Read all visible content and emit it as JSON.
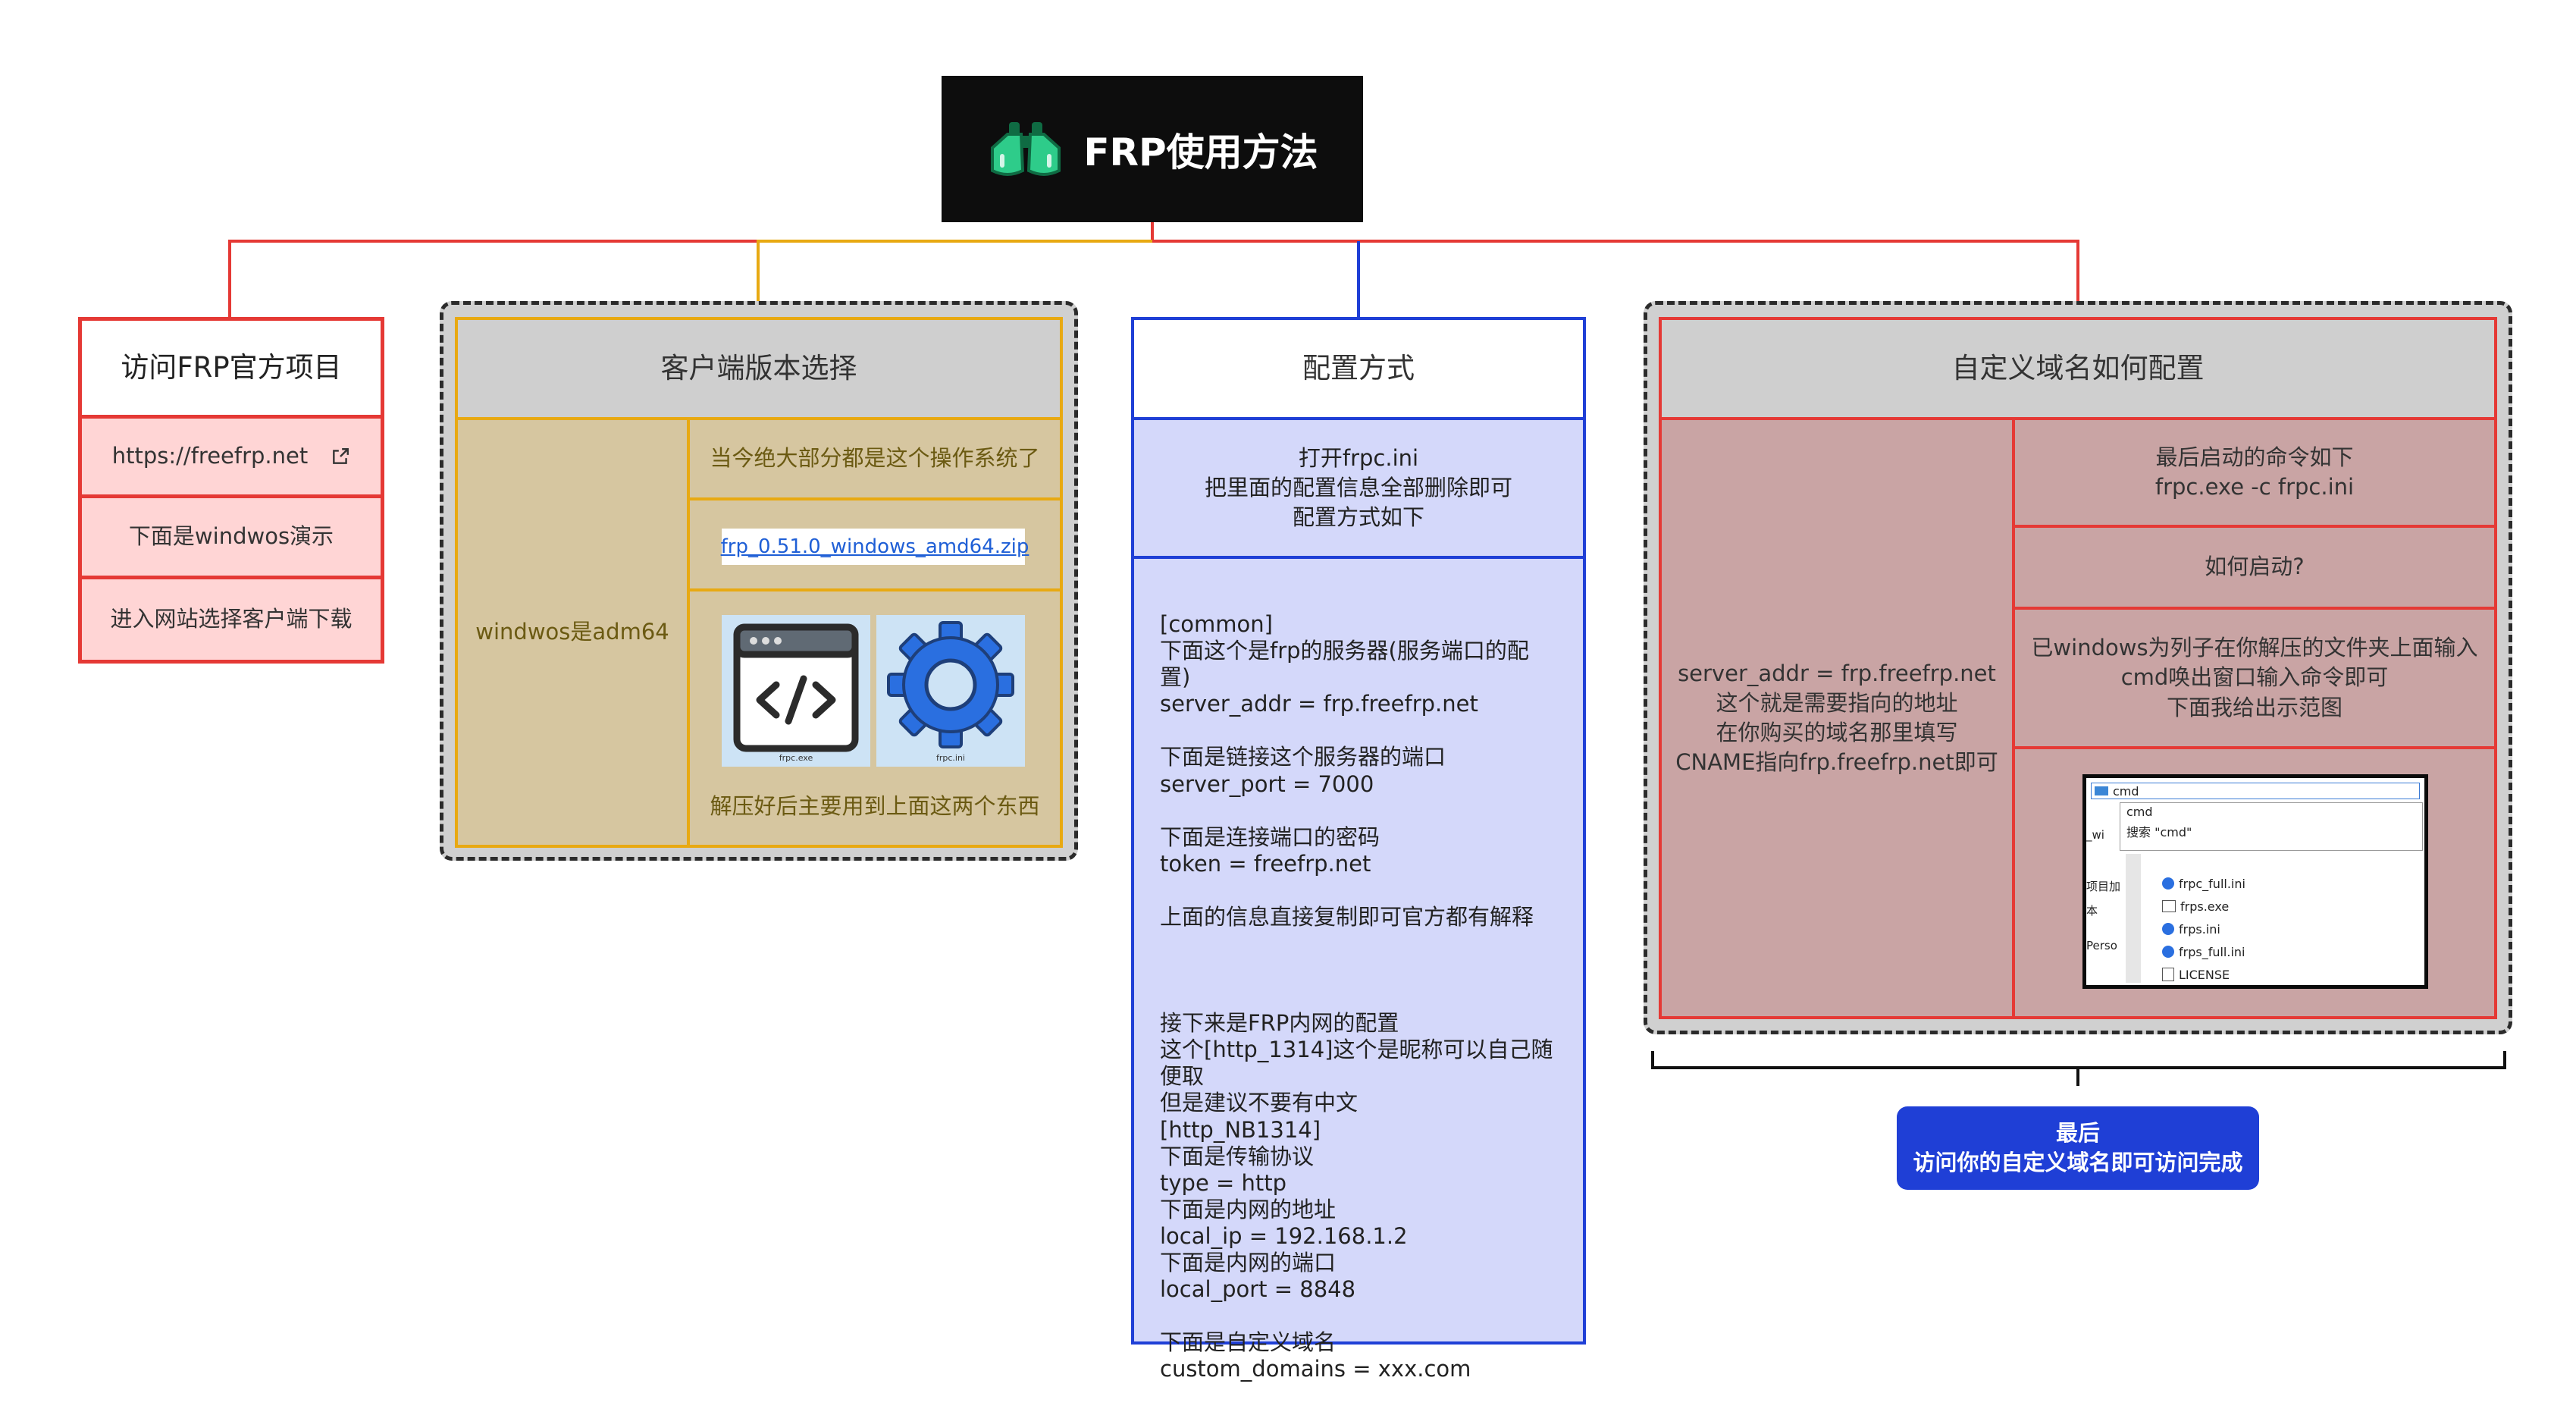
{
  "title": "FRP使用方法",
  "icon": "binoculars-icon",
  "colors": {
    "red": "#e53935",
    "yellow": "#e8a912",
    "blue": "#1f3fd6",
    "black": "#0d0d0d"
  },
  "card1": {
    "heading": "访问FRP官方项目",
    "link": "https://freefrp.net",
    "item2": "下面是windwos演示",
    "item3": "进入网站选择客户端下载"
  },
  "card2": {
    "heading": "客户端版本选择",
    "left": "windwos是adm64",
    "row1": "当今绝大部分都是这个操作系统了",
    "zip": "frp_0.51.0_windows_amd64.zip",
    "img1_label": "frpc.exe",
    "img2_label": "frpc.ini",
    "caption": "解压好后主要用到上面这两个东西"
  },
  "card3": {
    "heading": "配置方式",
    "intro": "打开frpc.ini\n把里面的配置信息全部删除即可\n配置方式如下",
    "body": "[common]\n下面这个是frp的服务器(服务端口的配置)\nserver_addr = frp.freefrp.net\n\n下面是链接这个服务器的端口\nserver_port = 7000\n\n下面是连接端口的密码\ntoken = freefrp.net\n\n上面的信息直接复制即可官方都有解释\n\n\n\n接下来是FRP内网的配置\n这个[http_1314]这个是昵称可以自己随便取\n但是建议不要有中文\n[http_NB1314]\n下面是传输协议\ntype = http\n下面是内网的地址\nlocal_ip = 192.168.1.2\n下面是内网的端口\nlocal_port = 8848\n\n下面是自定义域名\ncustom_domains = xxx.com"
  },
  "card4": {
    "heading": "自定义域名如何配置",
    "left": "server_addr = frp.freefrp.net\n这个就是需要指向的地址\n在你购买的域名那里填写\nCNAME指向frp.freefrp.net即可",
    "row1": "最后启动的命令如下\nfrpc.exe -c frpc.ini",
    "row2": "如何启动?",
    "row3": "已windows为列子在你解压的文件夹上面输入\ncmd唤出窗口输入命令即可\n下面我给出示范图",
    "screenshot": {
      "path_text": "cmd",
      "dropdown_item": "cmd",
      "dropdown_search": "搜索 \"cmd\"",
      "side_labels": [
        "_wi",
        "项目加",
        "本",
        "Perso"
      ],
      "files": [
        "frpc_full.ini",
        "frps.exe",
        "frps.ini",
        "frps_full.ini",
        "LICENSE"
      ]
    }
  },
  "final": "最后\n访问你的自定义域名即可访问完成"
}
